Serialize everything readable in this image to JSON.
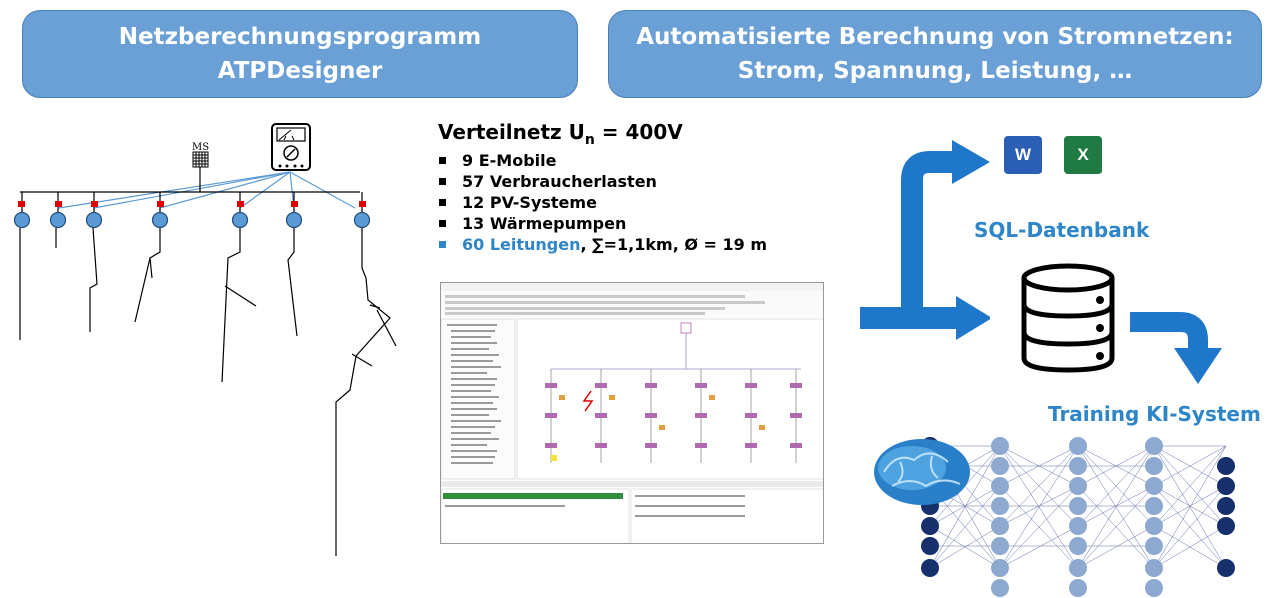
{
  "header_left": {
    "line1": "Netzberechnungsprogramm",
    "line2": "ATPDesigner"
  },
  "header_right": {
    "line1": "Automatisierte Berechnung von Stromnetzen:",
    "line2": "Strom, Spannung, Leistung, …"
  },
  "network": {
    "title_prefix": "Verteilnetz U",
    "title_sub": "n",
    "title_suffix": " = 400V",
    "items": [
      "9 E-Mobile",
      "57 Verbraucherlasten",
      "12 PV-Systeme",
      "13 Wärmepumpen"
    ],
    "highlight_item": {
      "highlight": "60 Leitungen",
      "rest": ", ∑=1,1km, Ø = 19 m"
    }
  },
  "ms_label": "MS",
  "database_label": "SQL-Datenbank",
  "ki_label": "Training KI-System",
  "icons": {
    "word": "W",
    "excel": "X"
  },
  "colors": {
    "header_fill": "#6aa0d6",
    "accent_blue": "#2e86c8",
    "arrow_blue": "#1f77c9",
    "word_blue": "#2b5fb5",
    "excel_green": "#1f7a43"
  }
}
